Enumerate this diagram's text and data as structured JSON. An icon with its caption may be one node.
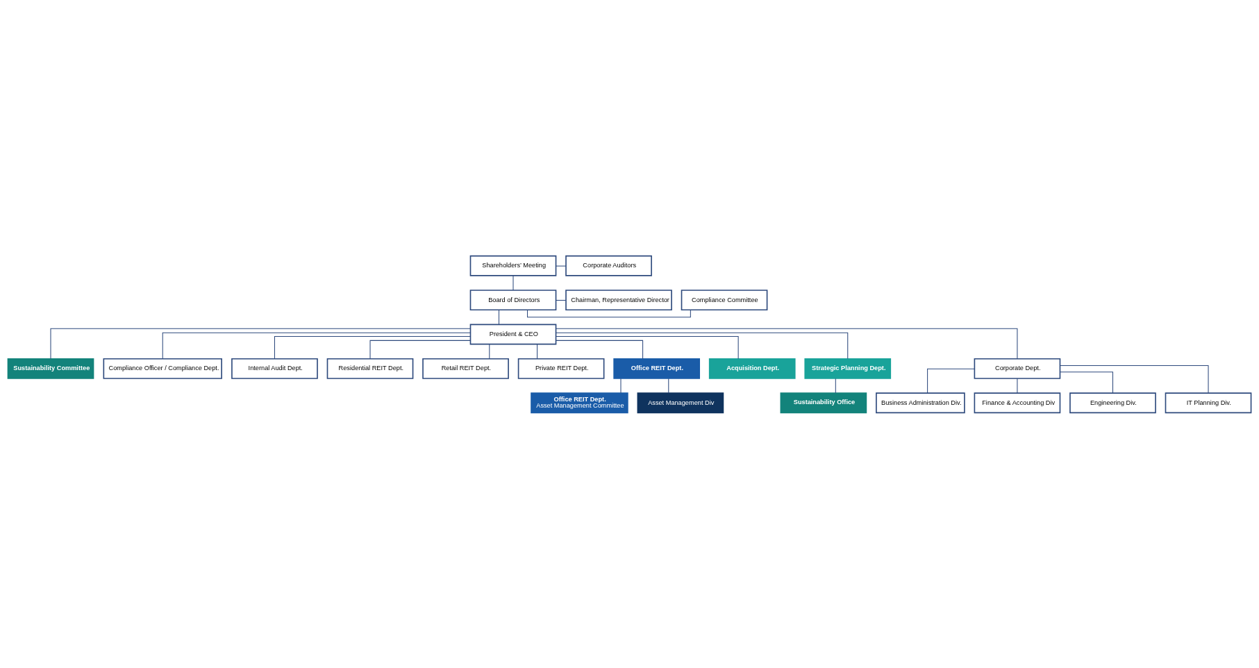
{
  "diagram": {
    "nodes": [
      {
        "text": [
          "Shareholders’ Meeting"
        ]
      },
      {
        "text": [
          "Corporate Auditors"
        ]
      },
      {
        "text": [
          "Board of Directors"
        ]
      },
      {
        "text": [
          "Compliance Committee"
        ]
      },
      {
        "text": [
          "Chairman, Representative Director"
        ]
      },
      {
        "text": [
          "President & CEO"
        ]
      },
      {
        "text": [
          "Sustainability Committee"
        ]
      },
      {
        "text": [
          "Compliance Officer / Compliance Dept."
        ]
      },
      {
        "text": [
          "Internal Audit Dept."
        ]
      },
      {
        "text": [
          "Residential REIT Dept."
        ]
      },
      {
        "text": [
          "Retail REIT Dept."
        ]
      },
      {
        "text": [
          "Private REIT Dept."
        ]
      },
      {
        "text": [
          "Office REIT Dept."
        ]
      },
      {
        "text": [
          "Office REIT Dept.",
          "Asset Management Committee"
        ]
      },
      {
        "text": [
          "Asset Management Div"
        ]
      },
      {
        "text": [
          "Acquisition Dept."
        ]
      },
      {
        "text": [
          "Strategic Planning Dept."
        ]
      },
      {
        "text": [
          "Sustainability Office"
        ]
      },
      {
        "text": [
          "Corporate Dept."
        ]
      },
      {
        "text": [
          "Business Administration Div."
        ]
      },
      {
        "text": [
          "Finance & Accounting Div"
        ]
      },
      {
        "text": [
          "Engineering Div."
        ]
      },
      {
        "text": [
          "IT Planning Div."
        ]
      }
    ],
    "edges": [
      {
        "from": 0,
        "to": 2,
        "arrow": "none"
      },
      {
        "from": 0,
        "to": 1,
        "arrow": "none"
      },
      {
        "from": 2,
        "to": 5,
        "arrow": "none"
      },
      {
        "from": 2,
        "to": 3,
        "arrow": "none"
      },
      {
        "from": 2,
        "to": 4,
        "arrow": "none"
      },
      {
        "from": 5,
        "to": 6,
        "arrow": "none"
      },
      {
        "from": 5,
        "to": 7,
        "arrow": "none"
      },
      {
        "from": 5,
        "to": 8,
        "arrow": "none"
      },
      {
        "from": 5,
        "to": 9,
        "arrow": "none"
      },
      {
        "from": 5,
        "to": 10,
        "arrow": "none"
      },
      {
        "from": 5,
        "to": 11,
        "arrow": "none"
      },
      {
        "from": 5,
        "to": 12,
        "arrow": "none"
      },
      {
        "from": 5,
        "to": 15,
        "arrow": "none"
      },
      {
        "from": 5,
        "to": 16,
        "arrow": "none"
      },
      {
        "from": 5,
        "to": 18,
        "arrow": "none"
      },
      {
        "from": 12,
        "to": 13,
        "arrow": "none"
      },
      {
        "from": 12,
        "to": 14,
        "arrow": "none"
      },
      {
        "from": 16,
        "to": 17,
        "arrow": "none"
      },
      {
        "from": 18,
        "to": 19,
        "arrow": "none"
      },
      {
        "from": 18,
        "to": 20,
        "arrow": "none"
      },
      {
        "from": 18,
        "to": 21,
        "arrow": "none"
      },
      {
        "from": 18,
        "to": 22,
        "arrow": "none"
      }
    ]
  }
}
